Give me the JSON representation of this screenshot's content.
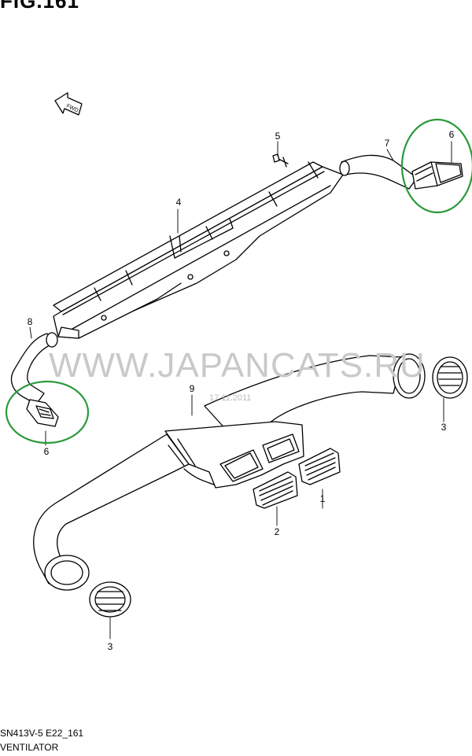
{
  "figure": {
    "title": "FIG.161",
    "watermark": "WWW.JAPANCATS.RU",
    "date_stamp": "17.11.2011",
    "footer_code": "SN413V-5 E22_161",
    "footer_name": "VENTILATOR",
    "fwd_label": "FWD"
  },
  "callouts": [
    {
      "id": "p1",
      "label": "1"
    },
    {
      "id": "p2",
      "label": "2"
    },
    {
      "id": "p3a",
      "label": "3"
    },
    {
      "id": "p3b",
      "label": "3"
    },
    {
      "id": "p4",
      "label": "4"
    },
    {
      "id": "p5",
      "label": "5"
    },
    {
      "id": "p6a",
      "label": "6"
    },
    {
      "id": "p6b",
      "label": "6"
    },
    {
      "id": "p7",
      "label": "7"
    },
    {
      "id": "p8",
      "label": "8"
    },
    {
      "id": "p9",
      "label": "9"
    }
  ],
  "colors": {
    "highlight": "#2a9a3a",
    "line": "#000000",
    "watermark": "#c9c9c9"
  }
}
